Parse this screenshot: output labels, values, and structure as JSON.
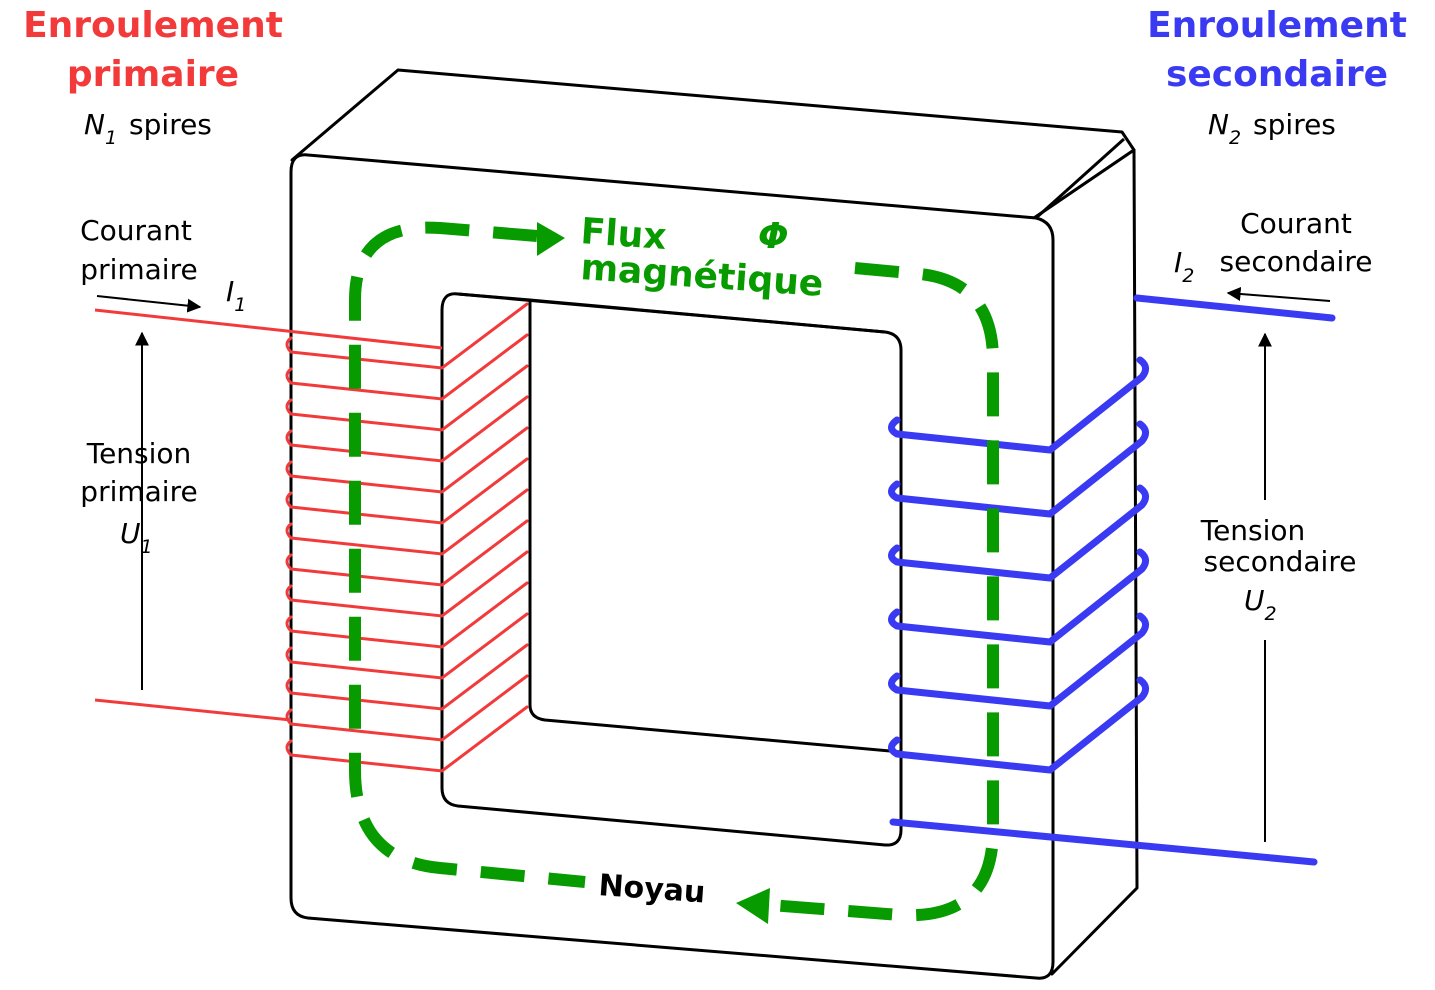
{
  "primary": {
    "title_line1": "Enroulement",
    "title_line2": "primaire",
    "turns_symbol": "N",
    "turns_sub": "1",
    "turns_word": "spires",
    "current_line1": "Courant",
    "current_line2": "primaire",
    "current_symbol": "I",
    "current_sub": "1",
    "voltage_line1": "Tension",
    "voltage_line2": "primaire",
    "voltage_symbol": "U",
    "voltage_sub": "1",
    "color": "#f23a3a"
  },
  "secondary": {
    "title_line1": "Enroulement",
    "title_line2": "secondaire",
    "turns_symbol": "N",
    "turns_sub": "2",
    "turns_word": "spires",
    "current_line1": "Courant",
    "current_line2": "secondaire",
    "current_symbol": "I",
    "current_sub": "2",
    "voltage_line1": "Tension",
    "voltage_line2": "secondaire",
    "voltage_symbol": "U",
    "voltage_sub": "2",
    "color": "#3a3af2"
  },
  "flux": {
    "line1": "Flux",
    "line2": "magnétique",
    "symbol": "Φ",
    "color": "#079b00"
  },
  "core": {
    "label": "Noyau"
  }
}
